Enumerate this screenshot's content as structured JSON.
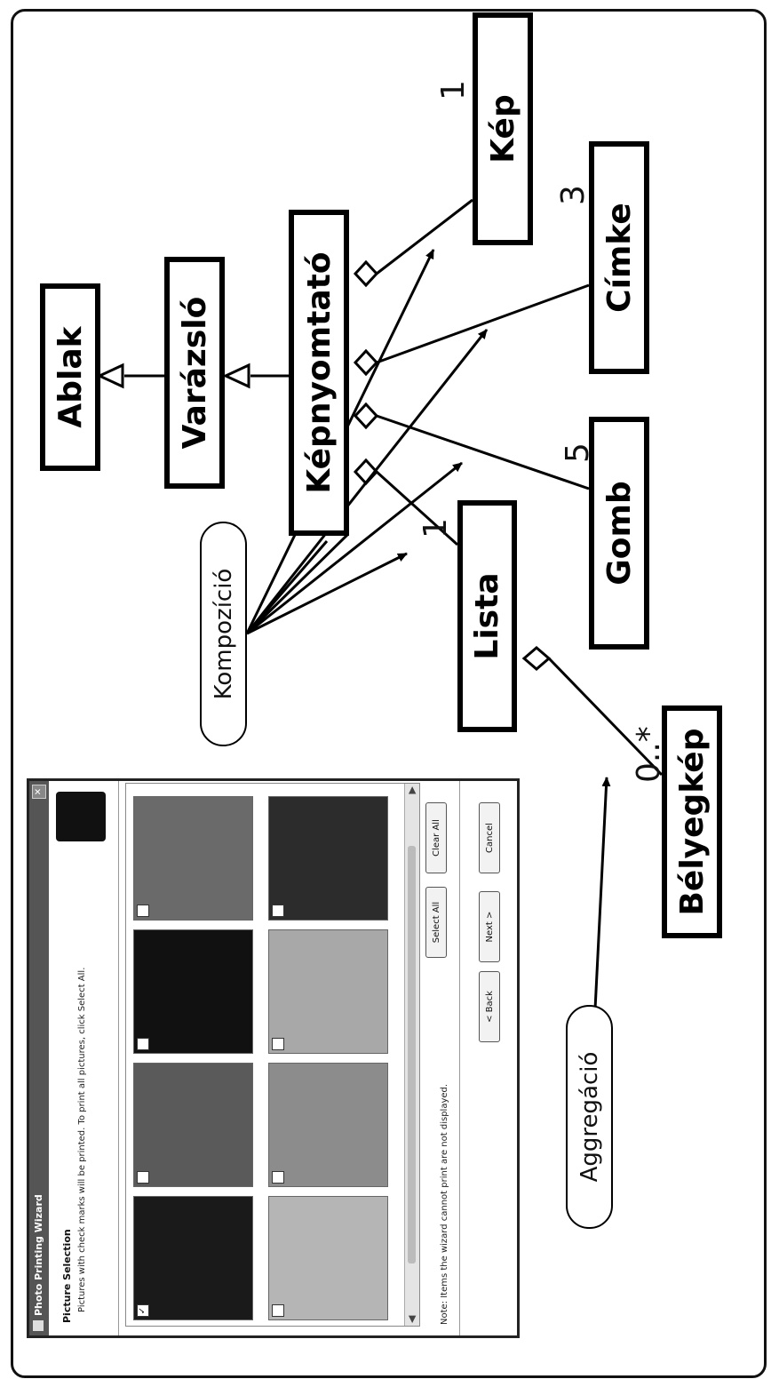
{
  "diagram": {
    "classes": {
      "ablak": "Ablak",
      "varazslo": "Varázsló",
      "kepnyomtato": "Képnyomtató",
      "kep": "Kép",
      "cimke": "Címke",
      "gomb": "Gomb",
      "lista": "Lista",
      "belyegkep": "Bélyegkép"
    },
    "notes": {
      "kompozicio": "Kompozíció",
      "aggregacio": "Aggregáció"
    },
    "multiplicities": {
      "kep": "1",
      "cimke": "3",
      "gomb": "5",
      "lista": "1",
      "belyegkep": "0..*"
    }
  },
  "wizard": {
    "title": "Photo Printing Wizard",
    "header_title": "Picture Selection",
    "header_subtitle": "Pictures with check marks will be printed. To print all pictures, click Select All.",
    "note": "Note: Items the wizard cannot print are not displayed.",
    "buttons": {
      "select_all": "Select All",
      "clear_all": "Clear All",
      "back": "< Back",
      "next": "Next >",
      "cancel": "Cancel"
    },
    "thumbnails": [
      {
        "checked": true,
        "tone": "#1a1a1a"
      },
      {
        "checked": false,
        "tone": "#5a5a5a"
      },
      {
        "checked": false,
        "tone": "#111111"
      },
      {
        "checked": false,
        "tone": "#6a6a6a"
      },
      {
        "checked": false,
        "tone": "#b5b5b5"
      },
      {
        "checked": false,
        "tone": "#8c8c8c"
      },
      {
        "checked": false,
        "tone": "#a8a8a8"
      },
      {
        "checked": false,
        "tone": "#2c2c2c"
      }
    ]
  }
}
